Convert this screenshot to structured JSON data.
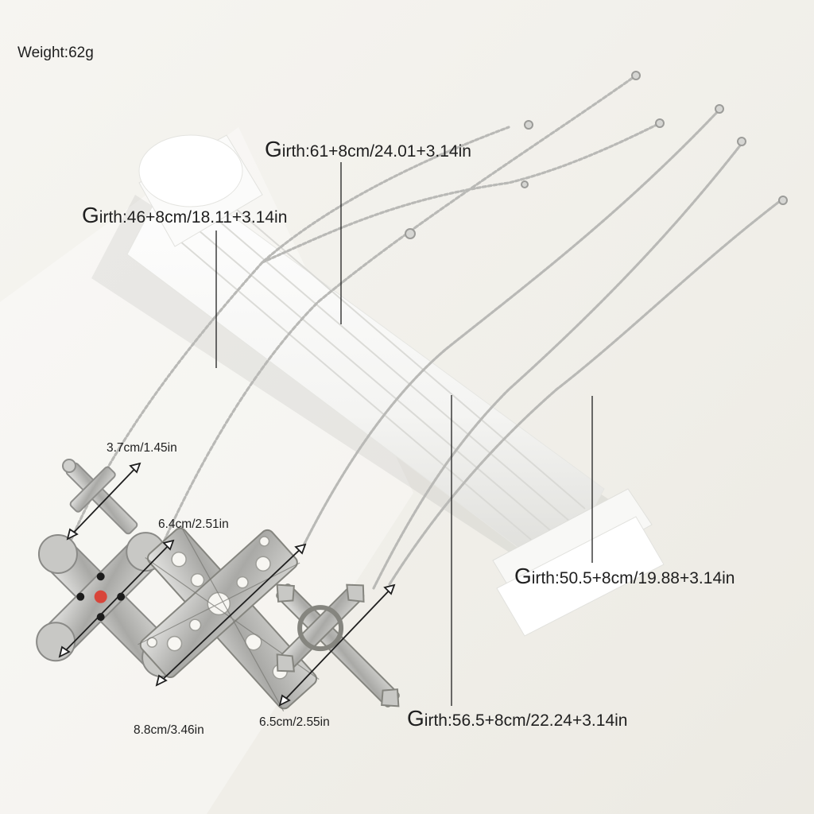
{
  "weight": "Weight:62g",
  "girth_labels": {
    "g1": "Girth:61+8cm/24.01+3.14in",
    "g2": "Girth:46+8cm/18.11+3.14in",
    "g3": "Girth:50.5+8cm/19.88+3.14in",
    "g4": "Girth:56.5+8cm/22.24+3.14in"
  },
  "size_labels": {
    "s1": "3.7cm/1.45in",
    "s2": "6.4cm/2.51in",
    "s3": "8.8cm/3.46in",
    "s4": "6.5cm/2.55in"
  },
  "colors": {
    "background": "#f3f2ed",
    "silver": "#b9b9b6",
    "pillar": "#ffffff",
    "text": "#1f1f1f",
    "stone_red": "#d8453a"
  }
}
